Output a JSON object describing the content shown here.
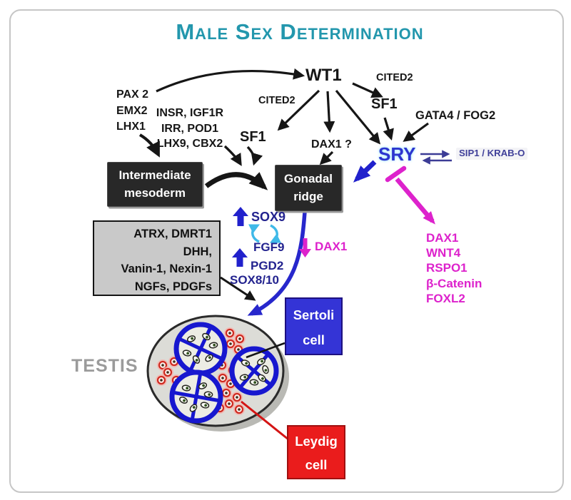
{
  "title": "Male Sex Determination",
  "colors": {
    "title": "#2397ad",
    "text": "#161616",
    "gene_navy": "#23238f",
    "arrow_blue": "#2121cc",
    "sry_blue": "#2d35cf",
    "sip1_navy": "#3f3f99",
    "magenta": "#dd22cc",
    "leydig_red": "#e81c1c",
    "sertoli_blue": "#3434d6",
    "dark_box": "#282828",
    "factor_box_gray": "#c9c9c9",
    "testis_label_gray": "#9b9b9b"
  },
  "upstream": {
    "wt1": "WT1",
    "cited2_right": "CITED2",
    "cited2_left": "CITED2",
    "sf1_top": "SF1",
    "sf1_mid": "SF1",
    "gata4_fog2": "GATA4 / FOG2",
    "pax_group": [
      "PAX 2",
      "EMX2",
      "LHX1"
    ],
    "insr_group": [
      "INSR, IGF1R",
      "IRR, POD1",
      "LHX9, CBX2"
    ],
    "dax1_question": "DAX1 ?",
    "sry": "SRY",
    "sip1_krab": "SIP1 / KRAB-O"
  },
  "boxes": {
    "intermediate_mesoderm": [
      "Intermediate",
      "mesoderm"
    ],
    "gonadal_ridge": [
      "Gonadal",
      "ridge"
    ],
    "sertoli_cell": [
      "Sertoli",
      "cell"
    ],
    "leydig_cell": [
      "Leydig",
      "cell"
    ],
    "testis_factors": [
      "ATRX, DMRT1",
      "DHH,",
      "Vanin-1, Nexin-1",
      "NGFs, PDGFs"
    ]
  },
  "male_pathway": {
    "sox9": "SOX9",
    "fgf9": "FGF9",
    "pgd2": "PGD2",
    "sox8_10": "SOX8/10",
    "dax1_down": "DAX1"
  },
  "female_genes": [
    "DAX1",
    "WNT4",
    "RSPO1",
    "β-Catenin",
    "FOXL2"
  ],
  "testis_label": "TESTIS"
}
